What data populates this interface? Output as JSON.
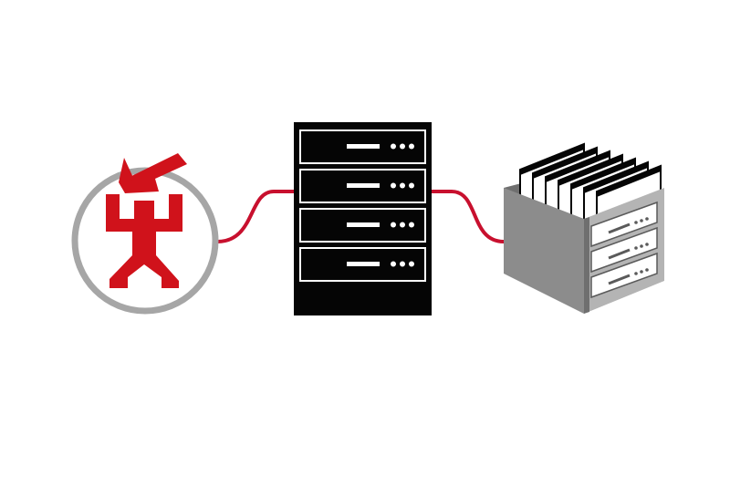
{
  "colors": {
    "background": "#ffffff",
    "accent_red": "#d0121b",
    "cable_red": "#c8102e",
    "ring_gray": "#a6a6a6",
    "server_black": "#050505",
    "server_outline": "#ffffff",
    "panel_white": "#ffffff",
    "box_gray": "#8c8c8c",
    "box_dark": "#6f6f6f",
    "box_light": "#b4b4b4"
  },
  "diagram": {
    "nodes": [
      {
        "id": "user",
        "icon": "red-figure-logo-icon"
      },
      {
        "id": "server",
        "icon": "server-rack-icon"
      },
      {
        "id": "storage",
        "icon": "document-storage-box-icon"
      }
    ],
    "edges": [
      {
        "from": "user",
        "to": "server"
      },
      {
        "from": "server",
        "to": "storage"
      }
    ],
    "server_units": 4,
    "stored_documents": 7
  }
}
